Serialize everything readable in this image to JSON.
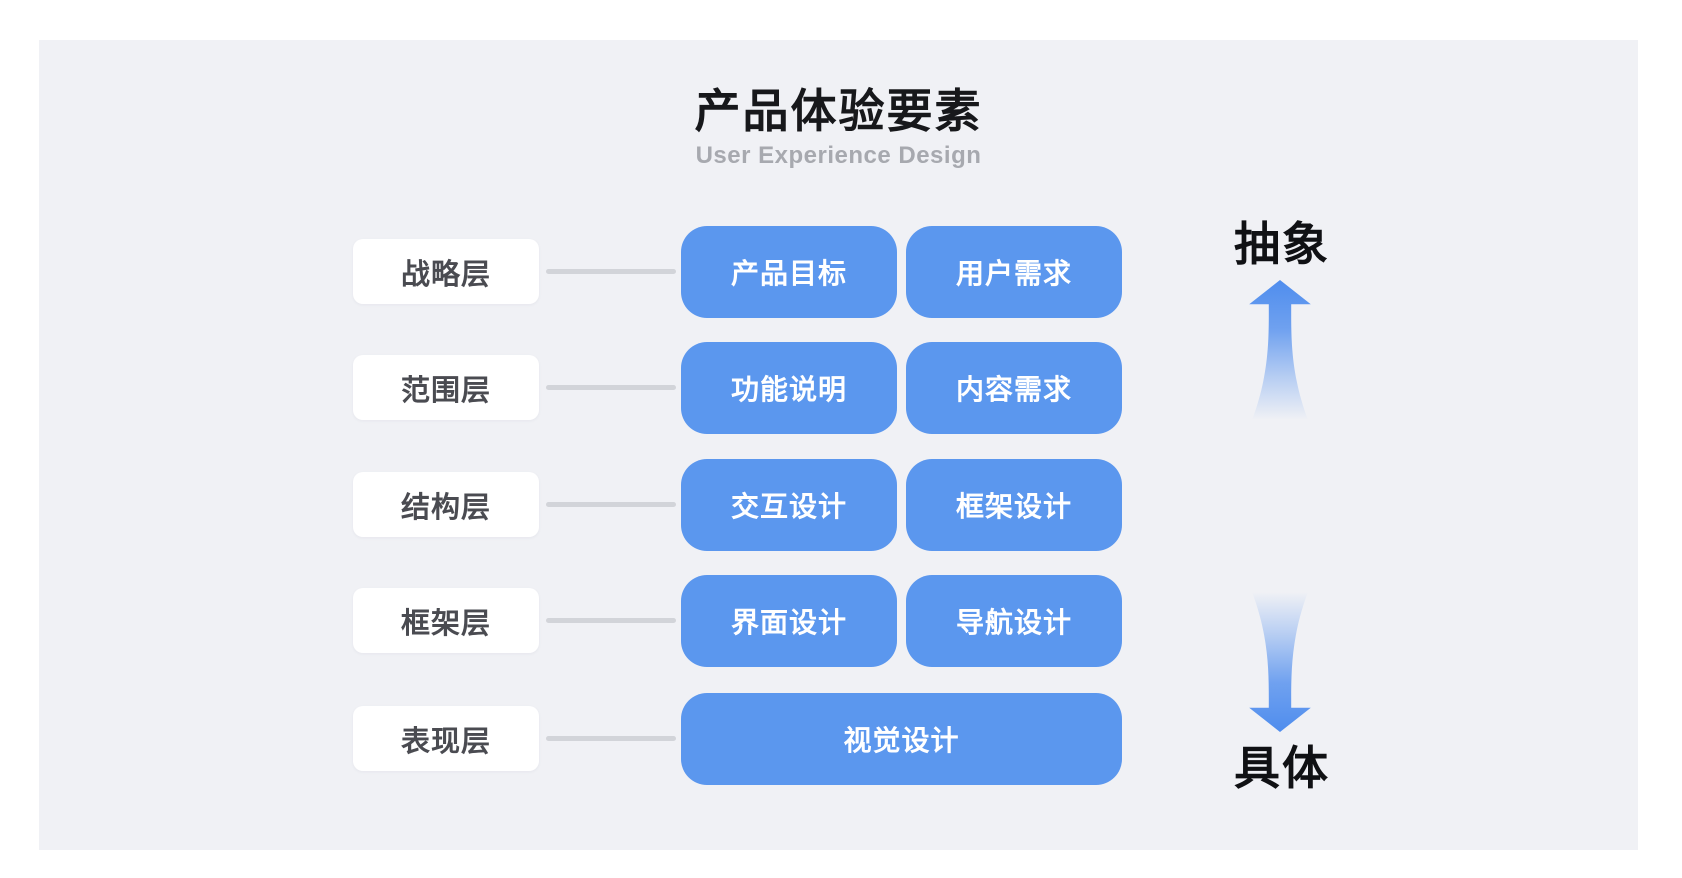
{
  "header": {
    "title": "产品体验要素",
    "subtitle": "User Experience Design"
  },
  "rows": [
    {
      "label": "战略层",
      "items": [
        "产品目标",
        "用户需求"
      ]
    },
    {
      "label": "范围层",
      "items": [
        "功能说明",
        "内容需求"
      ]
    },
    {
      "label": "结构层",
      "items": [
        "交互设计",
        "框架设计"
      ]
    },
    {
      "label": "框架层",
      "items": [
        "界面设计",
        "导航设计"
      ]
    },
    {
      "label": "表现层",
      "items": [
        "视觉设计"
      ]
    }
  ],
  "axis": {
    "top_label": "抽象",
    "bottom_label": "具体"
  },
  "colors": {
    "panel_bg": "#F0F1F5",
    "pill_blue": "#5B97EE",
    "arrow_blue": "#4F8DEE",
    "connector_gray": "#D2D4D9",
    "label_text": "#4A4B51",
    "title_text": "#17181B",
    "subtitle_text": "#A7A9AF",
    "axis_text": "#101114"
  }
}
